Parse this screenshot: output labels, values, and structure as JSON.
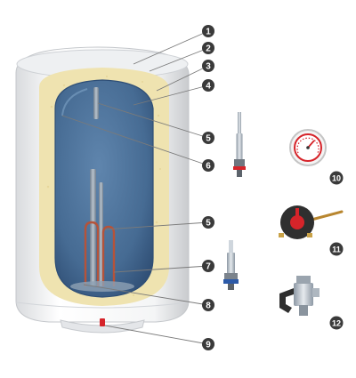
{
  "callouts": [
    {
      "id": 1,
      "label": "1"
    },
    {
      "id": 2,
      "label": "2"
    },
    {
      "id": 3,
      "label": "3"
    },
    {
      "id": 4,
      "label": "4"
    },
    {
      "id": 5,
      "label": "5"
    },
    {
      "id": 6,
      "label": "6"
    },
    {
      "id": 5,
      "label": "5"
    },
    {
      "id": 7,
      "label": "7"
    },
    {
      "id": 8,
      "label": "8"
    },
    {
      "id": 9,
      "label": "9"
    },
    {
      "id": 10,
      "label": "10"
    },
    {
      "id": 11,
      "label": "11"
    },
    {
      "id": 12,
      "label": "12"
    }
  ],
  "colors": {
    "casing": "#f1f2f4",
    "insulation": "#efe3b0",
    "tank_inner": "#4b6f97",
    "tank_edge": "#2e4e76",
    "callout_fill": "#3a3a3a",
    "leader_line": "#7a7a7a",
    "heater_copper": "#b5533a",
    "indicator_red": "#d6242a",
    "knob_dark": "#2f2f2f"
  },
  "icons": [
    "water-heater-cutaway-icon",
    "magnesium-anode-icon",
    "thermometer-gauge-icon",
    "thermostat-icon",
    "heating-element-icon",
    "safety-valve-icon"
  ]
}
